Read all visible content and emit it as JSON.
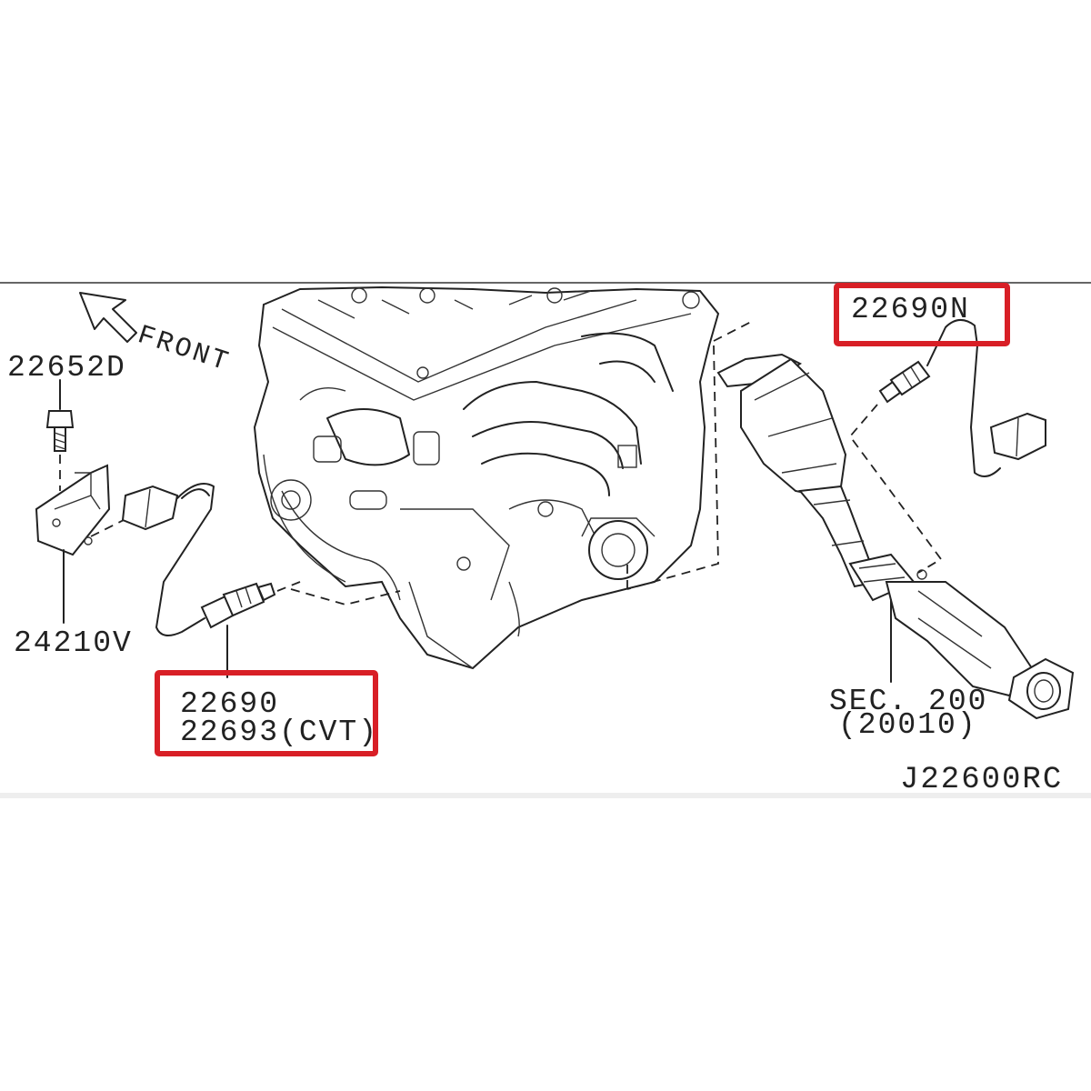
{
  "diagram": {
    "direction_label": "FRONT",
    "parts": [
      {
        "id": "bolt",
        "number": "22652D"
      },
      {
        "id": "bracket",
        "number": "24210V"
      },
      {
        "id": "front-o2-sensor",
        "numbers": [
          "22690",
          "22693(CVT)"
        ]
      },
      {
        "id": "rear-o2-sensor",
        "number": "22690N"
      },
      {
        "id": "exhaust-reference",
        "numbers": [
          "SEC. 200",
          "(20010)"
        ]
      }
    ],
    "diagram_code": "J22600RC",
    "highlight_color": "#d81f26",
    "line_color": "#222222"
  }
}
